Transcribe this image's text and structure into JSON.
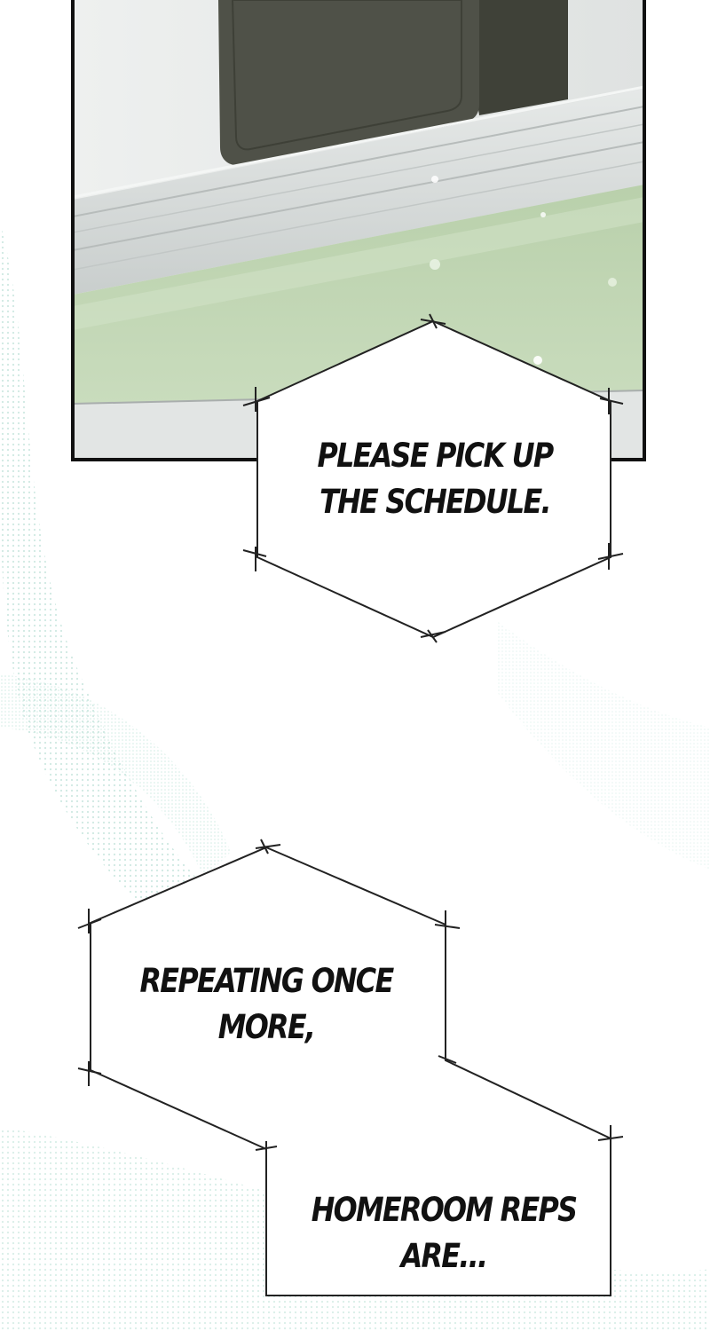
{
  "bubbles": [
    {
      "lines": [
        "PLEASE PICK UP",
        "THE SCHEDULE."
      ]
    },
    {
      "lines": [
        "REPEATING ONCE",
        "MORE,"
      ]
    },
    {
      "lines": [
        "HOMEROOM REPS",
        "ARE..."
      ]
    }
  ],
  "colors": {
    "page_background": "#ffffff",
    "screen_tint": "#ffffff",
    "wall_gray": "#e7e9e8",
    "device_dark": "#4f5148",
    "aluminum_rail": "#d8dcdb",
    "green_glass": "#c4d8b7",
    "panel_border": "#111111",
    "bubble_outline": "#222222",
    "lettering": "#111111",
    "halftone_mint": "#bfe2d8"
  }
}
